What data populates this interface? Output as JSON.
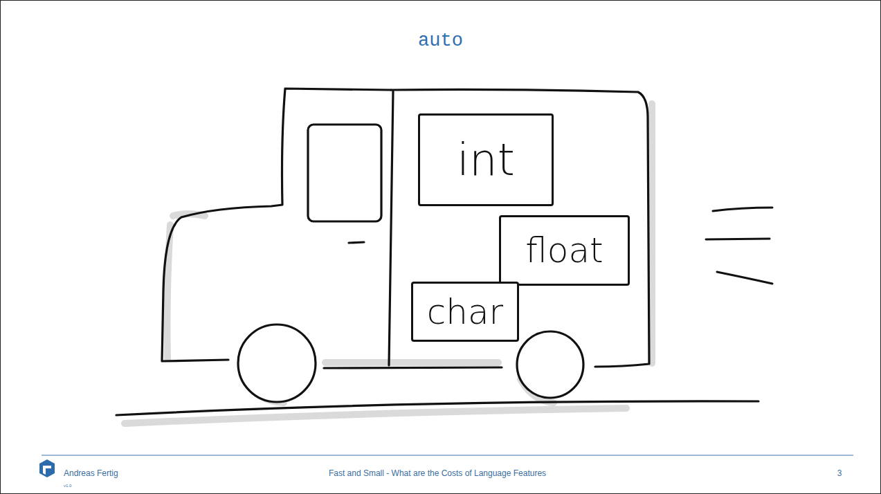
{
  "diagram": {
    "title": "auto",
    "nodes": [
      {
        "text": [
          "int"
        ]
      },
      {
        "text": [
          "float"
        ]
      },
      {
        "text": [
          "char"
        ]
      }
    ],
    "labels": [
      "Andreas Fertig",
      "v1.0",
      "Fast and Small - What are the Costs of Language Features",
      "3"
    ]
  }
}
